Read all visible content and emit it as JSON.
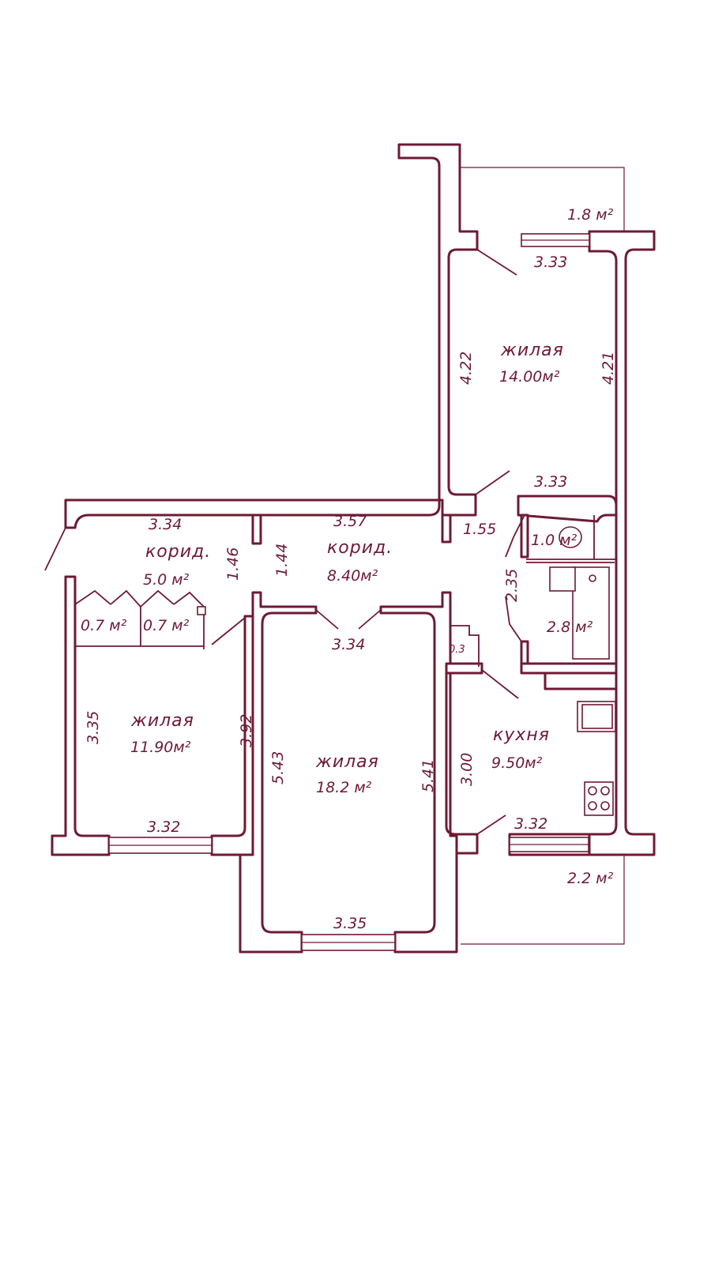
{
  "colors": {
    "line": "#6e1a33",
    "background": "#ffffff"
  },
  "rooms": {
    "living_top": {
      "name": "жилая",
      "area": "14.00м²"
    },
    "living_left": {
      "name": "жилая",
      "area": "11.90м²"
    },
    "living_mid": {
      "name": "жилая",
      "area": "18.2  м²"
    },
    "corridor_left": {
      "name": "корид.",
      "area": "5.0  м²"
    },
    "corridor_mid": {
      "name": "корид.",
      "area": "8.40м²"
    },
    "kitchen": {
      "name": "кухня",
      "area": "9.50м²"
    },
    "toilet": {
      "area": "1.0 м²"
    },
    "bathroom": {
      "area": "2.8  м²"
    },
    "closet_1": {
      "area": "0.7  м²"
    },
    "closet_2": {
      "area": "0.7  м²"
    },
    "niche": {
      "area": "0.3"
    },
    "balcony_top": {
      "area": "1.8 м²"
    },
    "balcony_bottom": {
      "area": "2.2 м²"
    }
  },
  "dimensions": {
    "top_room_top": "3.33",
    "top_room_left": "4.22",
    "top_room_right": "4.21",
    "top_room_bottom": "3.33",
    "corr_left_width": "3.34",
    "corr_left_height": "1.46",
    "corr_mid_width": "3.57",
    "corr_mid_height": "1.44",
    "hall_gap": "1.55",
    "bath_height": "2.35",
    "mid_room_top": "3.34",
    "left_room_left": "3.35",
    "left_room_right": "3.92",
    "left_room_bottom": "3.32",
    "mid_room_left": "5.43",
    "mid_room_right": "5.41",
    "mid_room_bottom": "3.35",
    "kitchen_left": "3.00",
    "kitchen_bottom": "3.32"
  }
}
